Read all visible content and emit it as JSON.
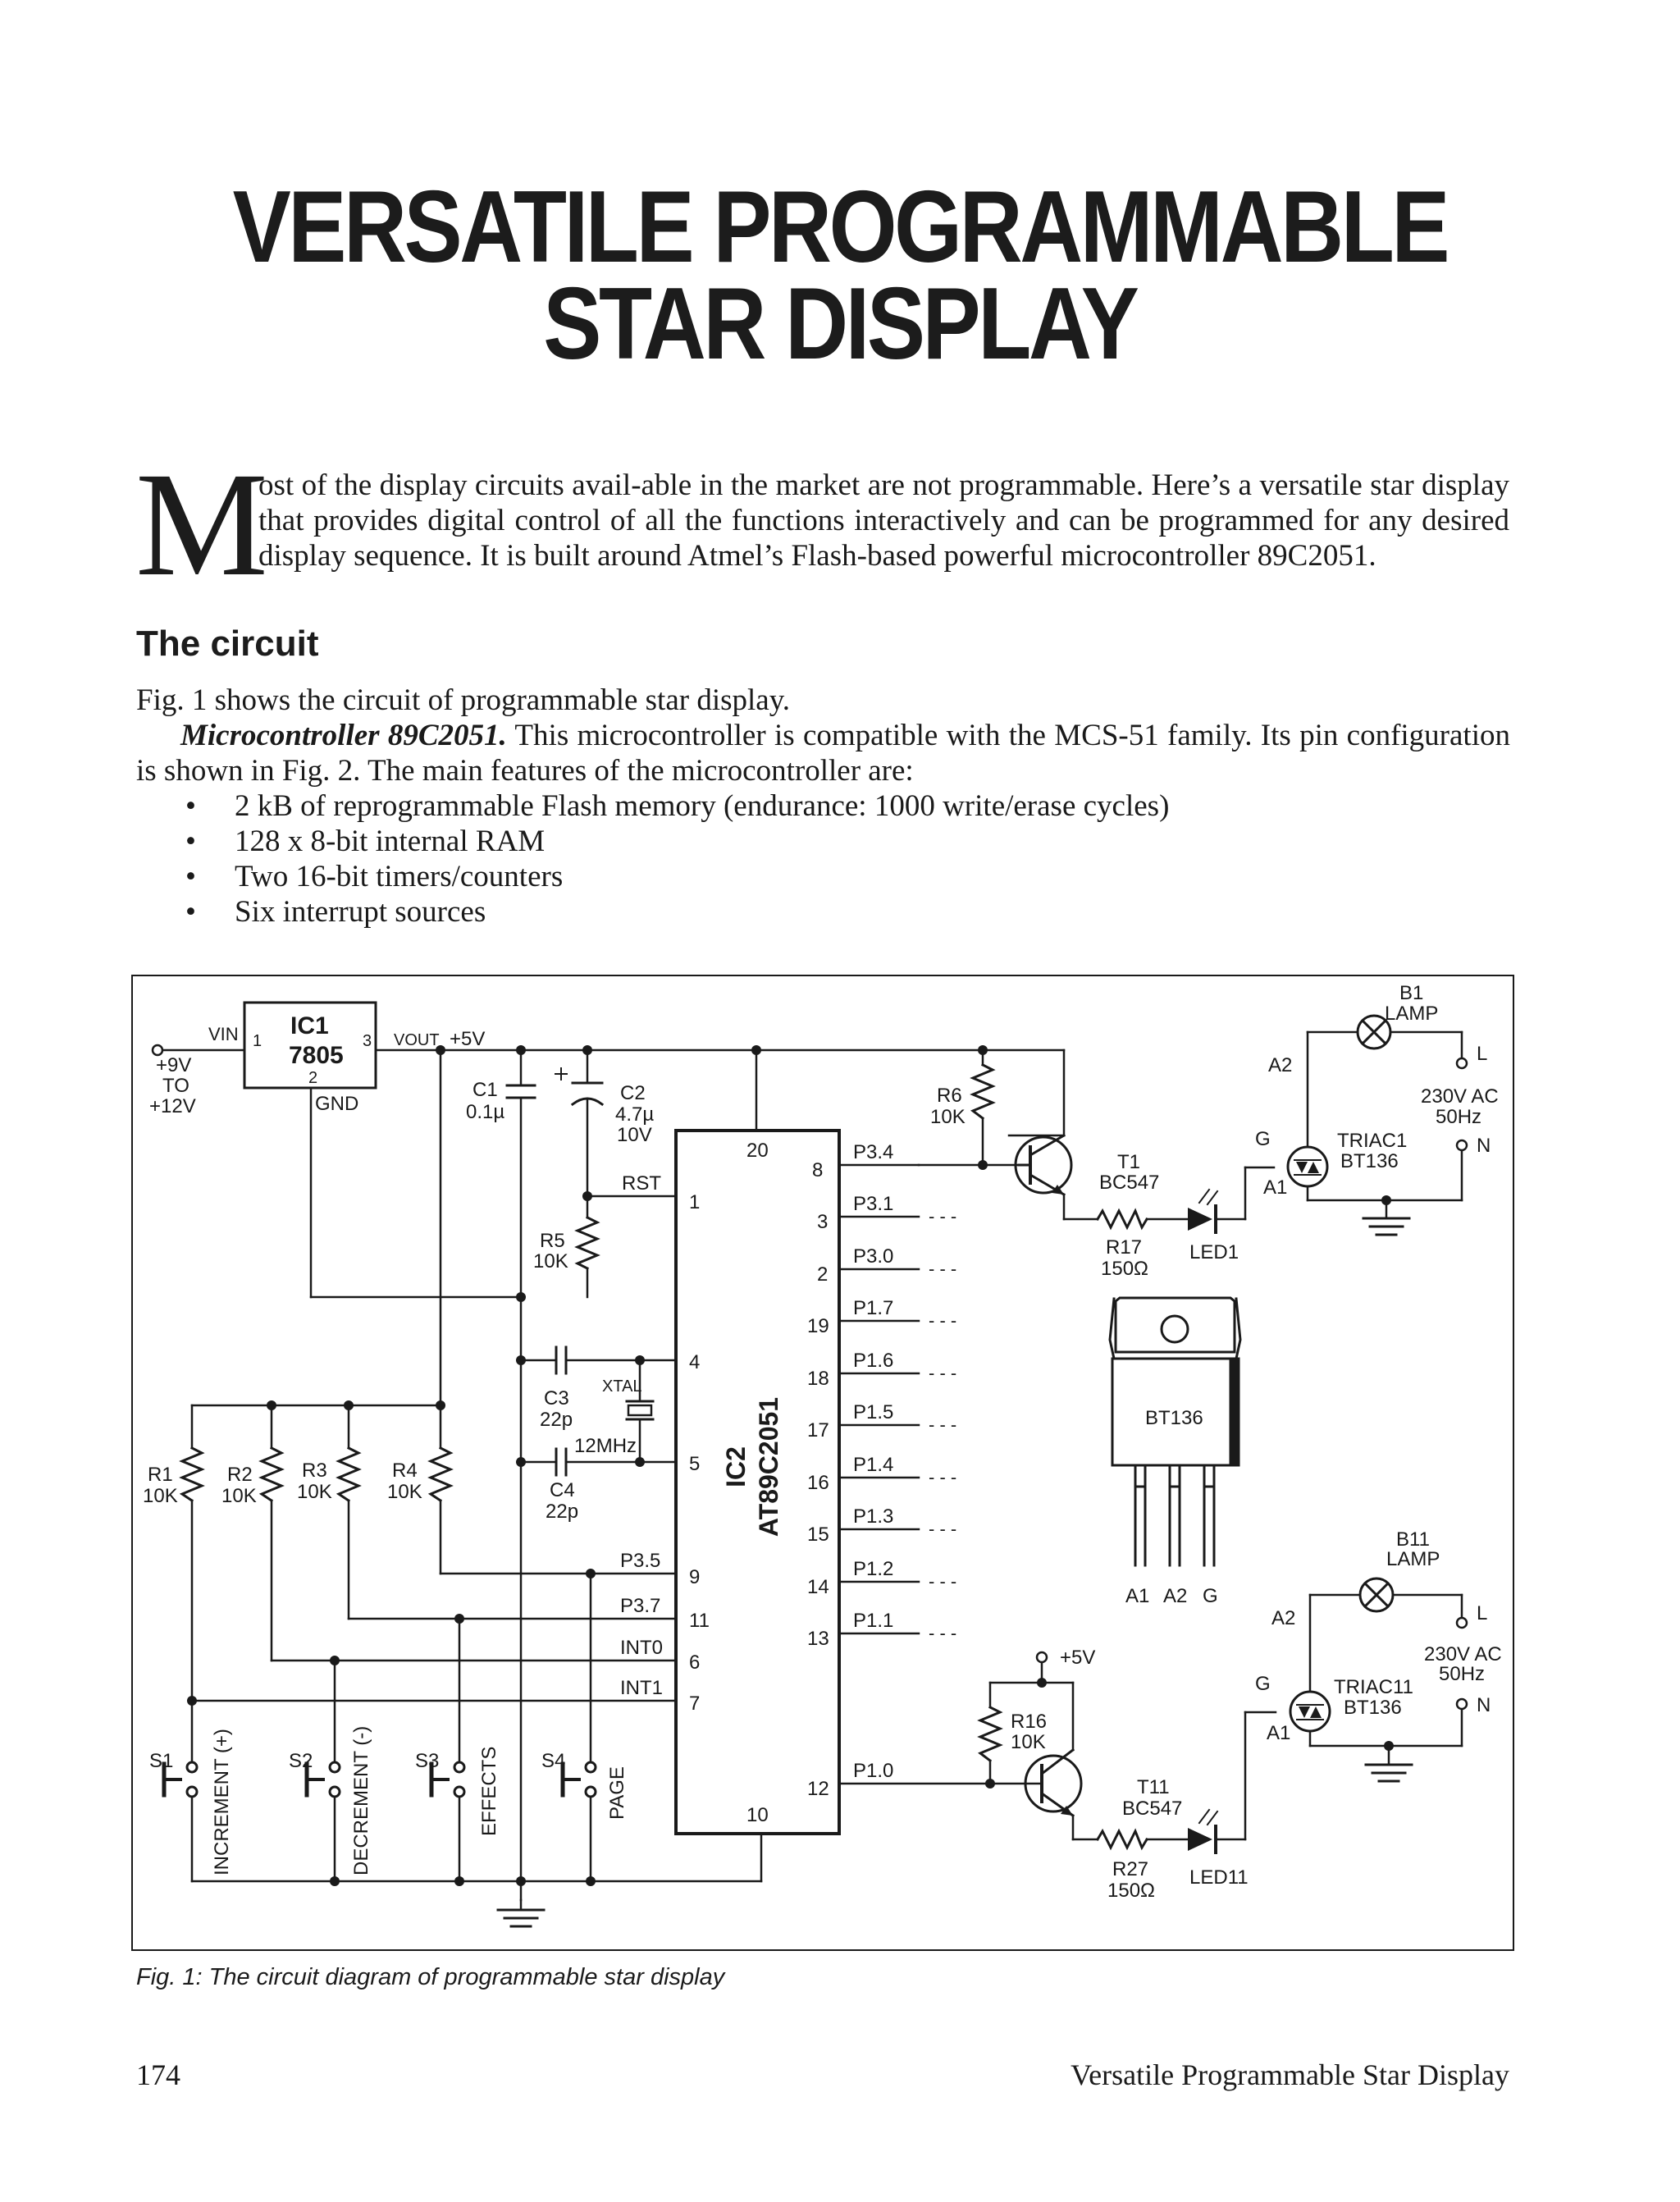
{
  "title": {
    "line1": "VERSATILE PROGRAMMABLE",
    "line2": "STAR DISPLAY"
  },
  "intro": {
    "dropcap": "M",
    "text": "ost of the display circuits avail-able in the market are not programmable. Here’s a versatile star display that provides digital control of all the functions interactively and can be programmed for any desired display sequence. It is built around Atmel’s Flash-based powerful microcontroller 89C2051."
  },
  "section": {
    "heading": "The circuit",
    "para1": "Fig. 1 shows the circuit of programmable star display.",
    "para2_lead": "Microcontroller 89C2051.",
    "para2": " This microcontroller is compatible with the MCS-51 family. Its pin configuration is shown in Fig. 2. The main features of the microcontroller are:",
    "bullets": [
      "2 kB of reprogrammable Flash memory (endurance: 1000 write/erase cycles)",
      "128 x 8-bit internal RAM",
      "Two 16-bit timers/counters",
      "Six interrupt sources"
    ]
  },
  "figure": {
    "caption": "Fig. 1: The circuit diagram of programmable star display",
    "supply": {
      "vin": "VIN",
      "plus9": "+9V",
      "to": "TO",
      "plus12": "+12V"
    },
    "ic1": {
      "name": "IC1",
      "part": "7805",
      "gnd": "GND",
      "vout": "VOUT",
      "plus5": "+5V",
      "pin1": "1",
      "pin2": "2",
      "pin3": "3"
    },
    "c1": {
      "name": "C1",
      "value": "0.1µ"
    },
    "c2": {
      "name": "C2",
      "value": "4.7µ",
      "voltage": "10V"
    },
    "r5": {
      "name": "R5",
      "value": "10K"
    },
    "rst": "RST",
    "ic2": {
      "name": "IC2",
      "part": "AT89C2051",
      "pin20": "20",
      "pin10": "10"
    },
    "crystal": {
      "c3": "C3",
      "c3v": "22p",
      "c4": "C4",
      "c4v": "22p",
      "xtal": "XTAL",
      "freq": "12MHz",
      "pin4": "4",
      "pin5": "5"
    },
    "pullups": [
      {
        "name": "R1",
        "value": "10K"
      },
      {
        "name": "R2",
        "value": "10K"
      },
      {
        "name": "R3",
        "value": "10K"
      },
      {
        "name": "R4",
        "value": "10K"
      }
    ],
    "left_pins": [
      {
        "label": "P3.5",
        "num": "9"
      },
      {
        "label": "P3.7",
        "num": "11"
      },
      {
        "label": "INT0",
        "num": "6"
      },
      {
        "label": "INT1",
        "num": "7"
      }
    ],
    "rst_pin": "1",
    "right_pins": [
      {
        "label": "P3.4",
        "num": "8"
      },
      {
        "label": "P3.1",
        "num": "3"
      },
      {
        "label": "P3.0",
        "num": "2"
      },
      {
        "label": "P1.7",
        "num": "19"
      },
      {
        "label": "P1.6",
        "num": "18"
      },
      {
        "label": "P1.5",
        "num": "17"
      },
      {
        "label": "P1.4",
        "num": "16"
      },
      {
        "label": "P1.3",
        "num": "15"
      },
      {
        "label": "P1.2",
        "num": "14"
      },
      {
        "label": "P1.1",
        "num": "13"
      },
      {
        "label": "P1.0",
        "num": "12"
      }
    ],
    "dots": "- - -",
    "switches": [
      {
        "name": "S1",
        "label": "INCREMENT (+)"
      },
      {
        "name": "S2",
        "label": "DECREMENT (-)"
      },
      {
        "name": "S3",
        "label": "EFFECTS"
      },
      {
        "name": "S4",
        "label": "PAGE"
      }
    ],
    "r6": {
      "name": "R6",
      "value": "10K"
    },
    "t1": {
      "name": "T1",
      "part": "BC547"
    },
    "r17": {
      "name": "R17",
      "value": "150Ω"
    },
    "led1": "LED1",
    "triac1": {
      "name": "TRIAC1",
      "part": "BT136",
      "a1": "A1",
      "a2": "A2",
      "g": "G"
    },
    "lamp1": {
      "name": "B1",
      "label": "LAMP"
    },
    "mains1": {
      "l": "L",
      "n": "N",
      "ac": "230V AC",
      "hz": "50Hz"
    },
    "bt136": {
      "part": "BT136",
      "a1": "A1",
      "a2": "A2",
      "g": "G"
    },
    "plus5b": "+5V",
    "r16": {
      "name": "R16",
      "value": "10K"
    },
    "t11": {
      "name": "T11",
      "part": "BC547"
    },
    "r27": {
      "name": "R27",
      "value": "150Ω"
    },
    "led11": "LED11",
    "triac11": {
      "name": "TRIAC11",
      "part": "BT136",
      "a1": "A1",
      "a2": "A2",
      "g": "G"
    },
    "lamp11": {
      "name": "B11",
      "label": "LAMP"
    },
    "mains11": {
      "l": "L",
      "n": "N",
      "ac": "230V AC",
      "hz": "50Hz"
    }
  },
  "footer": {
    "page": "174",
    "running_title": "Versatile Programmable Star Display"
  }
}
